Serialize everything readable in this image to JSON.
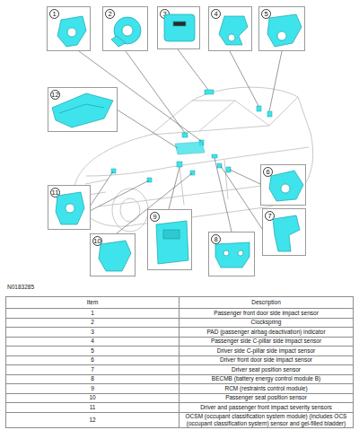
{
  "diagram": {
    "nodes": [
      {
        "text": [
          "1"
        ]
      },
      {
        "text": [
          "2"
        ]
      },
      {
        "text": [
          "3"
        ]
      },
      {
        "text": [
          "4"
        ]
      },
      {
        "text": [
          "5"
        ]
      },
      {
        "text": [
          "12"
        ]
      },
      {
        "text": [
          "6"
        ]
      },
      {
        "text": [
          "11"
        ]
      },
      {
        "text": [
          "9"
        ]
      },
      {
        "text": [
          "7"
        ]
      },
      {
        "text": [
          "10"
        ]
      },
      {
        "text": [
          "8"
        ]
      }
    ],
    "labels": [
      "N0183285",
      "Item",
      "Description",
      "1",
      "Passenger front door side impact sensor",
      "2",
      "Clockspring",
      "3",
      "PAD (passenger airbag deactivation) indicator",
      "4",
      "Passenger side C-pillar side impact sensor",
      "5",
      "Driver side C-pillar side impact sensor",
      "6",
      "Driver front door side impact sensor",
      "7",
      "Driver seat position sensor",
      "8",
      "BECMB (battery energy control module B)",
      "9",
      "RCM (restraints control module)",
      "10",
      "Passenger seat position sensor",
      "11",
      "Driver and passenger front impact severity sensors",
      "12",
      "OCSM (occupant classification system module) (includes OCS (occupant classification system) sensor and gel-filled bladder)"
    ]
  }
}
